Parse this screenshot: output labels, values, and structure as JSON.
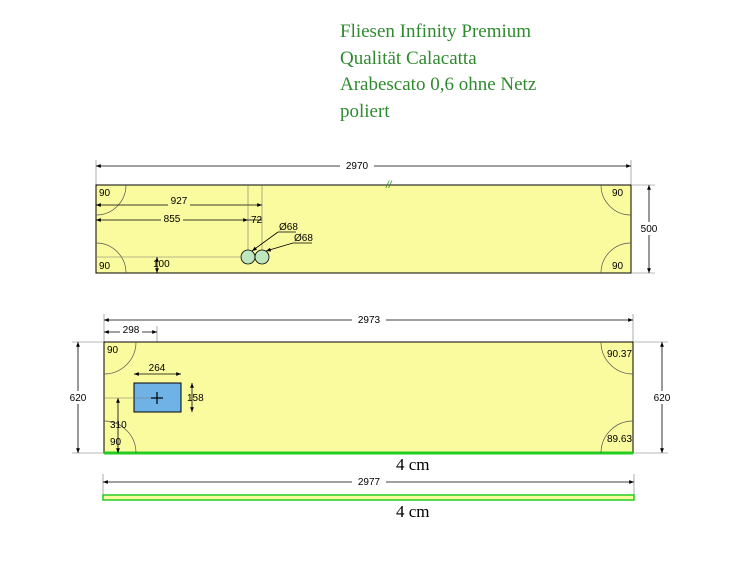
{
  "title_lines": [
    "Fliesen Infinity Premium",
    "Qualität Calacatta",
    "Arabescato 0,6 ohne Netz",
    "poliert"
  ],
  "colors": {
    "title": "#2f8a2f",
    "slab_fill": "#fafa9e",
    "sink_fill": "#6fb2e6",
    "edge_green": "#22cc22",
    "hole_fill": "#bfe6bf"
  },
  "top_slab": {
    "width_dim": "2970",
    "height_dim": "500",
    "dim_927": "927",
    "dim_855": "855",
    "dim_72": "72",
    "dim_100": "100",
    "hole1": "Ø68",
    "hole2": "Ø68",
    "corner_tl": "90",
    "corner_bl": "90",
    "corner_tr": "90",
    "corner_br": "90",
    "joint_mark": "//"
  },
  "bottom_slab": {
    "width_dim": "2973",
    "height_left": "620",
    "height_right": "620",
    "dim_298": "298",
    "sink_width": "264",
    "sink_height": "158",
    "dim_310": "310",
    "corner_tl": "90",
    "corner_bl": "90",
    "corner_tr": "90.37",
    "corner_br": "89.63",
    "edge_label": "4 cm"
  },
  "edge_strip": {
    "width_dim": "2977",
    "label": "4 cm"
  }
}
